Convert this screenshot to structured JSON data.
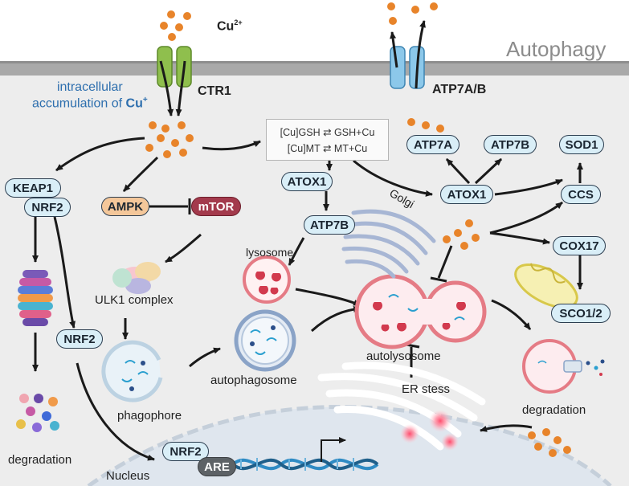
{
  "cu_ion_label": "Cu",
  "cu_ion_charge": "2+",
  "autophagy_title": "Autophagy",
  "intracellular_line1": "intracellular",
  "intracellular_line2": "accumulation of ",
  "cu_plus": "Cu",
  "cu_plus_charge": "+",
  "ctr1": "CTR1",
  "atp7ab": "ATP7A/B",
  "equation1": "[Cu]GSH ⇄ GSH+Cu",
  "equation2": "[Cu]MT ⇄ MT+Cu",
  "nodes": {
    "keap1": "KEAP1",
    "nrf2_top": "NRF2",
    "ampk": "AMPK",
    "mtor": "mTOR",
    "atox1_left": "ATOX1",
    "atp7b_left": "ATP7B",
    "atp7a": "ATP7A",
    "atp7b_right": "ATP7B",
    "atox1_right": "ATOX1",
    "sod1": "SOD1",
    "ccs": "CCS",
    "cox17": "COX17",
    "sco12": "SCO1/2",
    "nrf2_mid": "NRF2",
    "nrf2_nucleus": "NRF2",
    "are": "ARE"
  },
  "labels": {
    "golgi": "Golgi",
    "lysosome": "lysosome",
    "ulk1": "ULK1 complex",
    "phagophore": "phagophore",
    "autophagosome": "autophagosome",
    "autolysosome": "autolysosome",
    "er_stess": "ER stess",
    "degradation_left": "degradation",
    "degradation_right": "degradation",
    "nucleus": "Nucleus"
  },
  "colors": {
    "cell_bg": "#ededed",
    "membrane": "#a8a8a8",
    "copper": "#e8842a",
    "node_fill": "#d9eef7",
    "ampk_fill": "#f4c79a",
    "mtor_fill": "#a33a4c",
    "lysosome": "#e57b85",
    "intracellular_text": "#2e6fae"
  }
}
